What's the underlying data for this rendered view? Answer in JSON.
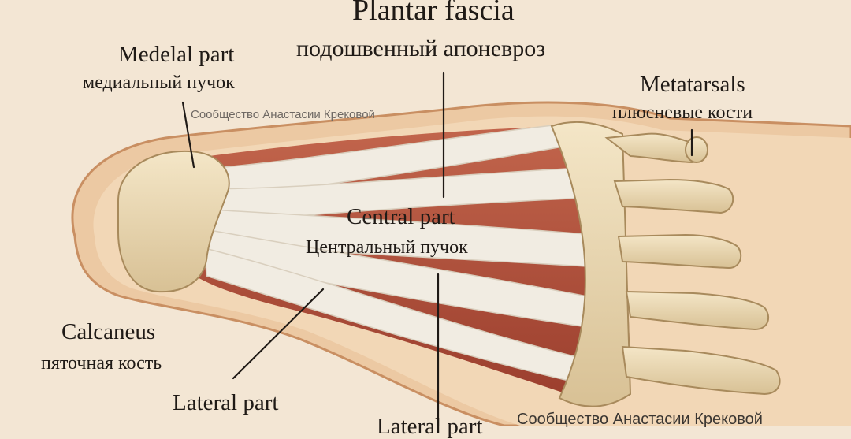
{
  "title": {
    "en": "Plantar fascia",
    "ru": "подошвенный апоневроз"
  },
  "labels": {
    "medial": {
      "en": "Medelal part",
      "ru": "медиальный пучок"
    },
    "metatarsals": {
      "en": "Metatarsals",
      "ru": "плюсневые кости"
    },
    "central": {
      "en": "Central part",
      "ru": "Центральный пучок"
    },
    "calcaneus": {
      "en": "Calcaneus",
      "ru": "пяточная кость"
    },
    "lateral": {
      "en": "Lateral part"
    },
    "lateral_bottom": {
      "en": "Lateral part"
    }
  },
  "watermarks": {
    "top": "Сообщество Анастасии Крековой",
    "bottom": "Сообщество Анастасии Крековой"
  },
  "colors": {
    "background": "#f3e6d4",
    "skin": "#ecc9a3",
    "bone": "#ead9b4",
    "muscle": "#b4513c",
    "fascia": "#f1ece2",
    "line": "#1f1a16"
  }
}
